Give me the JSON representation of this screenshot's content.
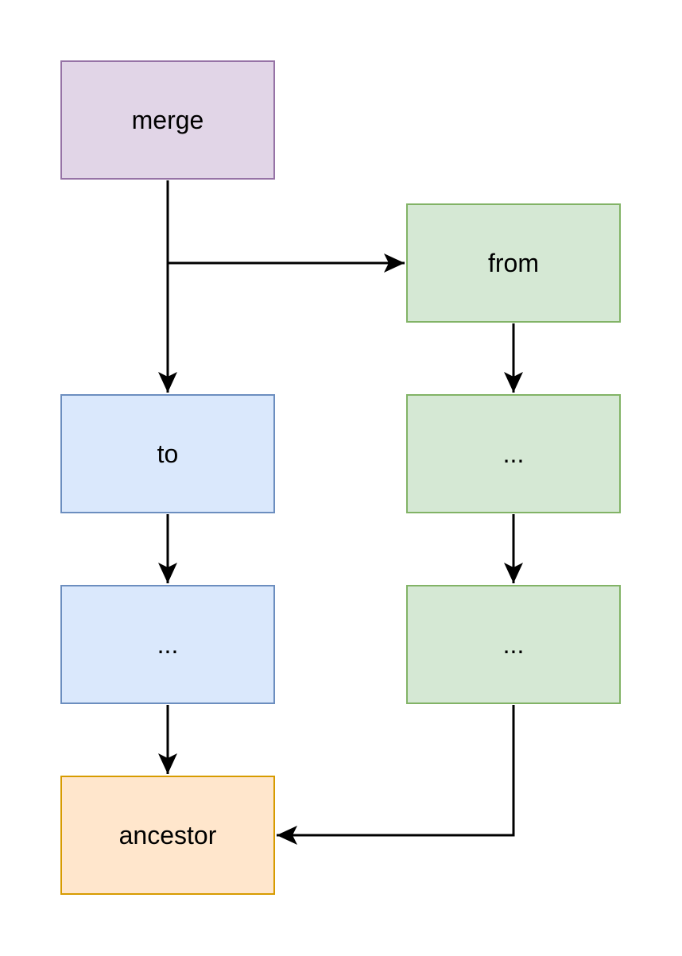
{
  "nodes": {
    "merge": {
      "label": "merge",
      "fill": "#e1d5e7",
      "stroke": "#9673a6"
    },
    "from": {
      "label": "from",
      "fill": "#d5e8d4",
      "stroke": "#82b366"
    },
    "to": {
      "label": "to",
      "fill": "#dae8fc",
      "stroke": "#6c8ebf"
    },
    "from_mid": {
      "label": "...",
      "fill": "#d5e8d4",
      "stroke": "#82b366"
    },
    "to_mid": {
      "label": "...",
      "fill": "#dae8fc",
      "stroke": "#6c8ebf"
    },
    "from_low": {
      "label": "...",
      "fill": "#d5e8d4",
      "stroke": "#82b366"
    },
    "ancestor": {
      "label": "ancestor",
      "fill": "#ffe6cc",
      "stroke": "#d79b00"
    }
  },
  "edges": [
    {
      "from": "merge",
      "to": "to"
    },
    {
      "from": "merge",
      "to": "from"
    },
    {
      "from": "to",
      "to": "to_mid"
    },
    {
      "from": "to_mid",
      "to": "ancestor"
    },
    {
      "from": "from",
      "to": "from_mid"
    },
    {
      "from": "from_mid",
      "to": "from_low"
    },
    {
      "from": "from_low",
      "to": "ancestor"
    }
  ],
  "colors": {
    "edge": "#000000"
  }
}
